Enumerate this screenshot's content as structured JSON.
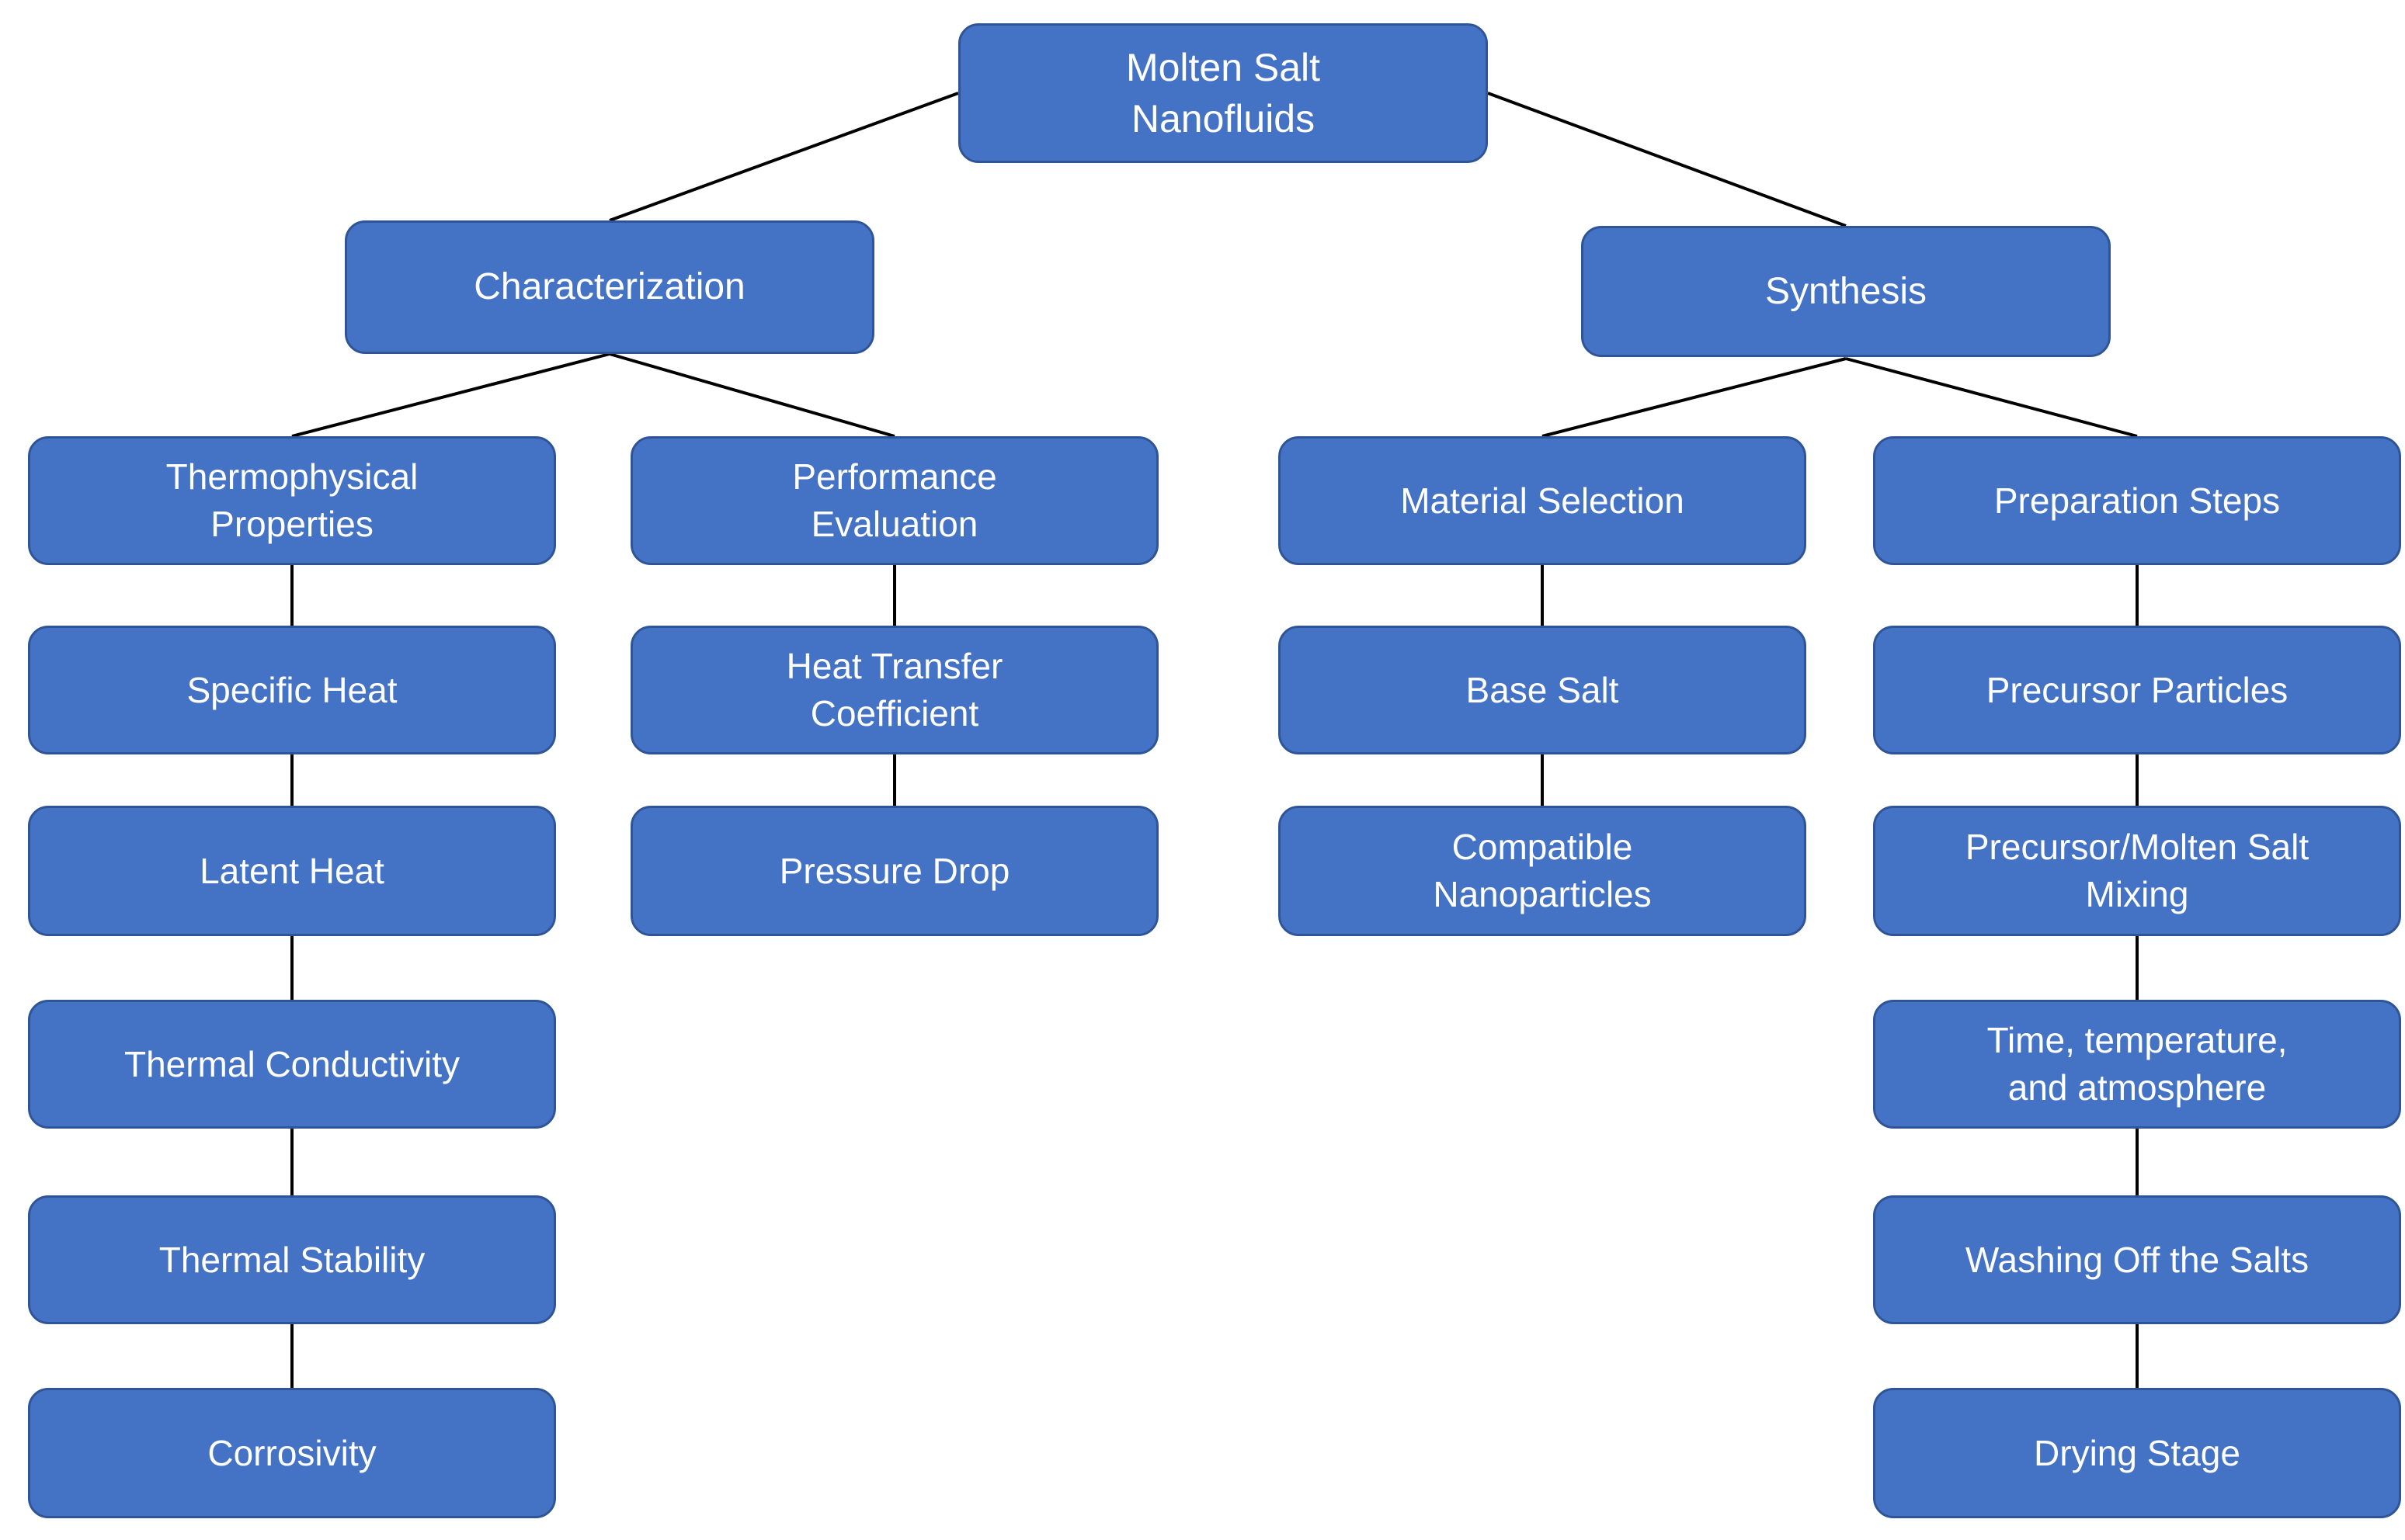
{
  "root": {
    "label": "Molten Salt\nNanofluids"
  },
  "characterization": {
    "label": "Characterization",
    "thermophysical_properties": {
      "label": "Thermophysical\nProperties",
      "children": [
        "Specific Heat",
        "Latent Heat",
        "Thermal Conductivity",
        "Thermal Stability",
        "Corrosivity"
      ]
    },
    "performance_evaluation": {
      "label": "Performance\nEvaluation",
      "children": [
        "Heat Transfer\nCoefficient",
        "Pressure Drop"
      ]
    }
  },
  "synthesis": {
    "label": "Synthesis",
    "material_selection": {
      "label": "Material Selection",
      "children": [
        "Base Salt",
        "Compatible\nNanoparticles"
      ]
    },
    "preparation_steps": {
      "label": "Preparation Steps",
      "children": [
        "Precursor Particles",
        "Precursor/Molten Salt\nMixing",
        "Time, temperature,\nand atmosphere",
        "Washing Off the Salts",
        "Drying Stage"
      ]
    }
  },
  "colors": {
    "node_fill": "#4472C4",
    "node_border": "#2F5597",
    "connector": "#000000",
    "text": "#FFFFFF"
  }
}
